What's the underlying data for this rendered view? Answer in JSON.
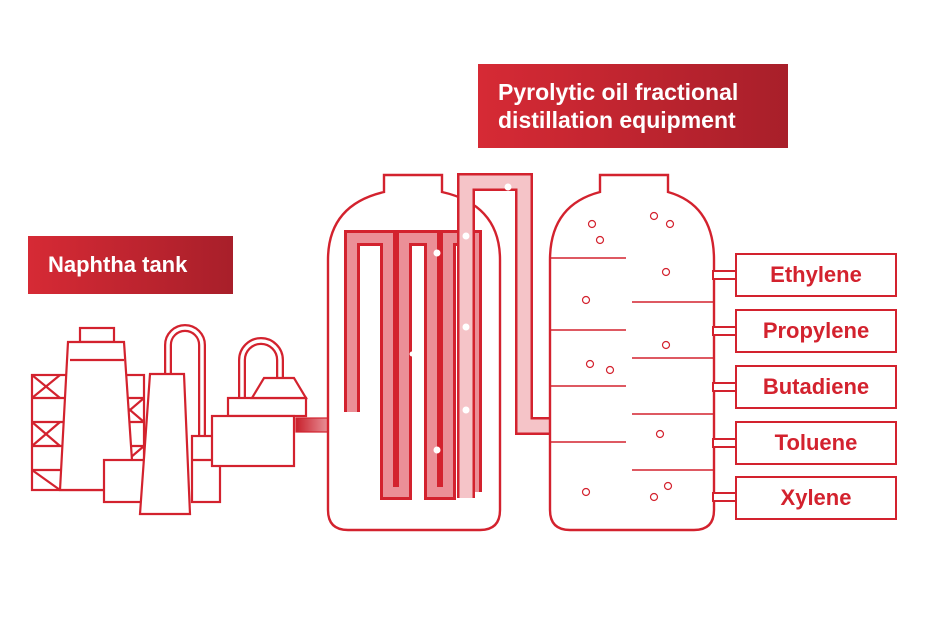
{
  "labels": {
    "naphtha_tank": "Naphtha tank",
    "distillation_line1": "Pyrolytic oil fractional",
    "distillation_line2": "distillation equipment"
  },
  "products": [
    "Ethylene",
    "Propylene",
    "Butadiene",
    "Toluene",
    "Xylene"
  ],
  "colors": {
    "primary_red": "#d3222e",
    "dark_red": "#a81f2a",
    "light_red": "#f3b8bd",
    "background": "#ffffff"
  }
}
